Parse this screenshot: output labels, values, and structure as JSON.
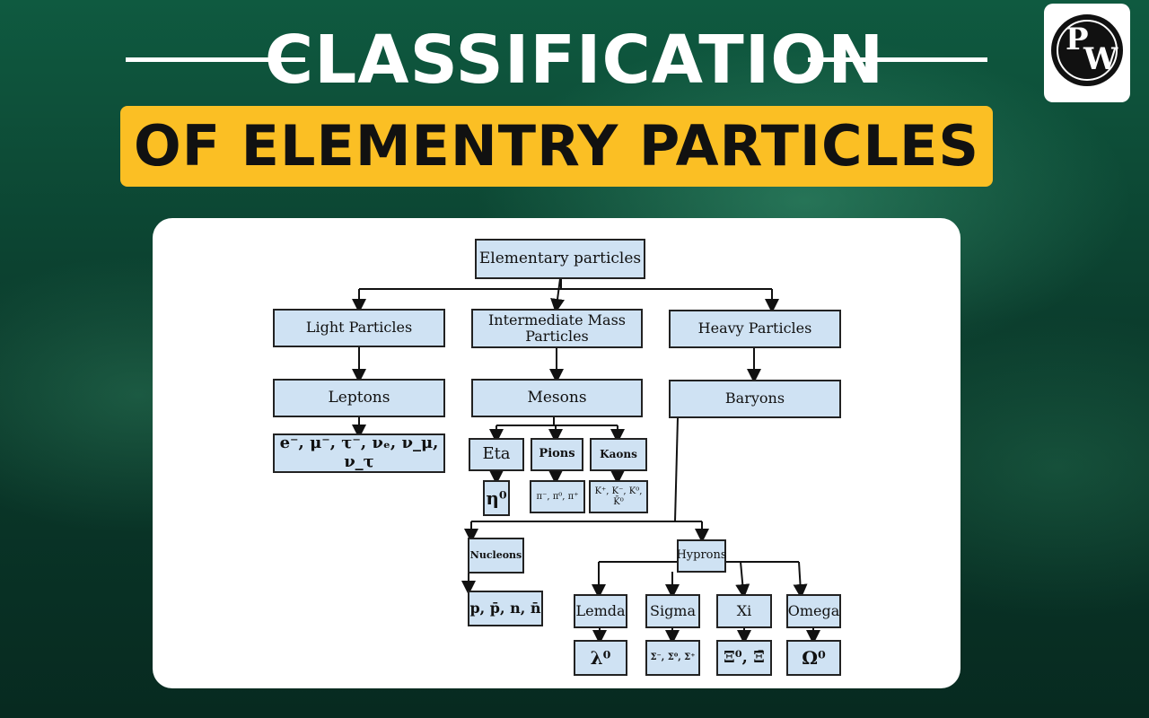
{
  "header": {
    "title_line1": "CLASSIFICATION",
    "title_line2": "OF ELEMENTRY PARTICLES"
  },
  "logo": {
    "letter_top": "P",
    "letter_bottom": "W"
  },
  "diagram": {
    "root": "Elementary particles",
    "light": "Light Particles",
    "intermediate": "Intermediate Mass Particles",
    "heavy": "Heavy Particles",
    "leptons": "Leptons",
    "lepton_list": "e⁻, μ⁻, τ⁻, νₑ, ν_μ, ν_τ",
    "mesons": "Mesons",
    "eta": "Eta",
    "eta_list": "η⁰",
    "pions": "Pions",
    "pion_list": "π⁻, π⁰, π⁺",
    "kaons": "Kaons",
    "kaon_list": "K⁺, K⁻, K⁰, K̄⁰",
    "baryons": "Baryons",
    "nucleons": "Nucleons",
    "nucleon_list": "p, p̄, n, n̄",
    "hyprons": "Hyprons",
    "lemda": "Lemda",
    "lemda_list": "λ⁰",
    "sigma": "Sigma",
    "sigma_list": "Σ⁻, Σ⁰, Σ⁺",
    "xi": "Xi",
    "xi_list": "Ξ⁰, Ξ̄",
    "omega": "Omega",
    "omega_list": "Ω⁰"
  },
  "colors": {
    "box_fill": "#cfe2f3",
    "accent_bar": "#fbbf24",
    "background": "#0b3b2c"
  }
}
